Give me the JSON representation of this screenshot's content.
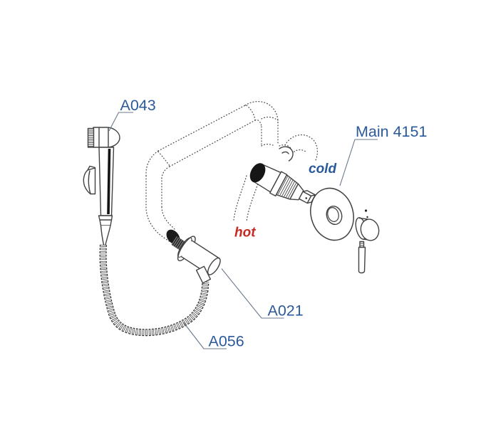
{
  "labels": {
    "a043": "A043",
    "main_4151": "Main 4151",
    "cold": "cold",
    "hot": "hot",
    "a021": "A021",
    "a056": "A056"
  },
  "colors": {
    "background": "#ffffff",
    "label_blue": "#2b5a9c",
    "hot_red": "#c62a21",
    "line": "#424242",
    "leader": "#6b7a8d"
  }
}
